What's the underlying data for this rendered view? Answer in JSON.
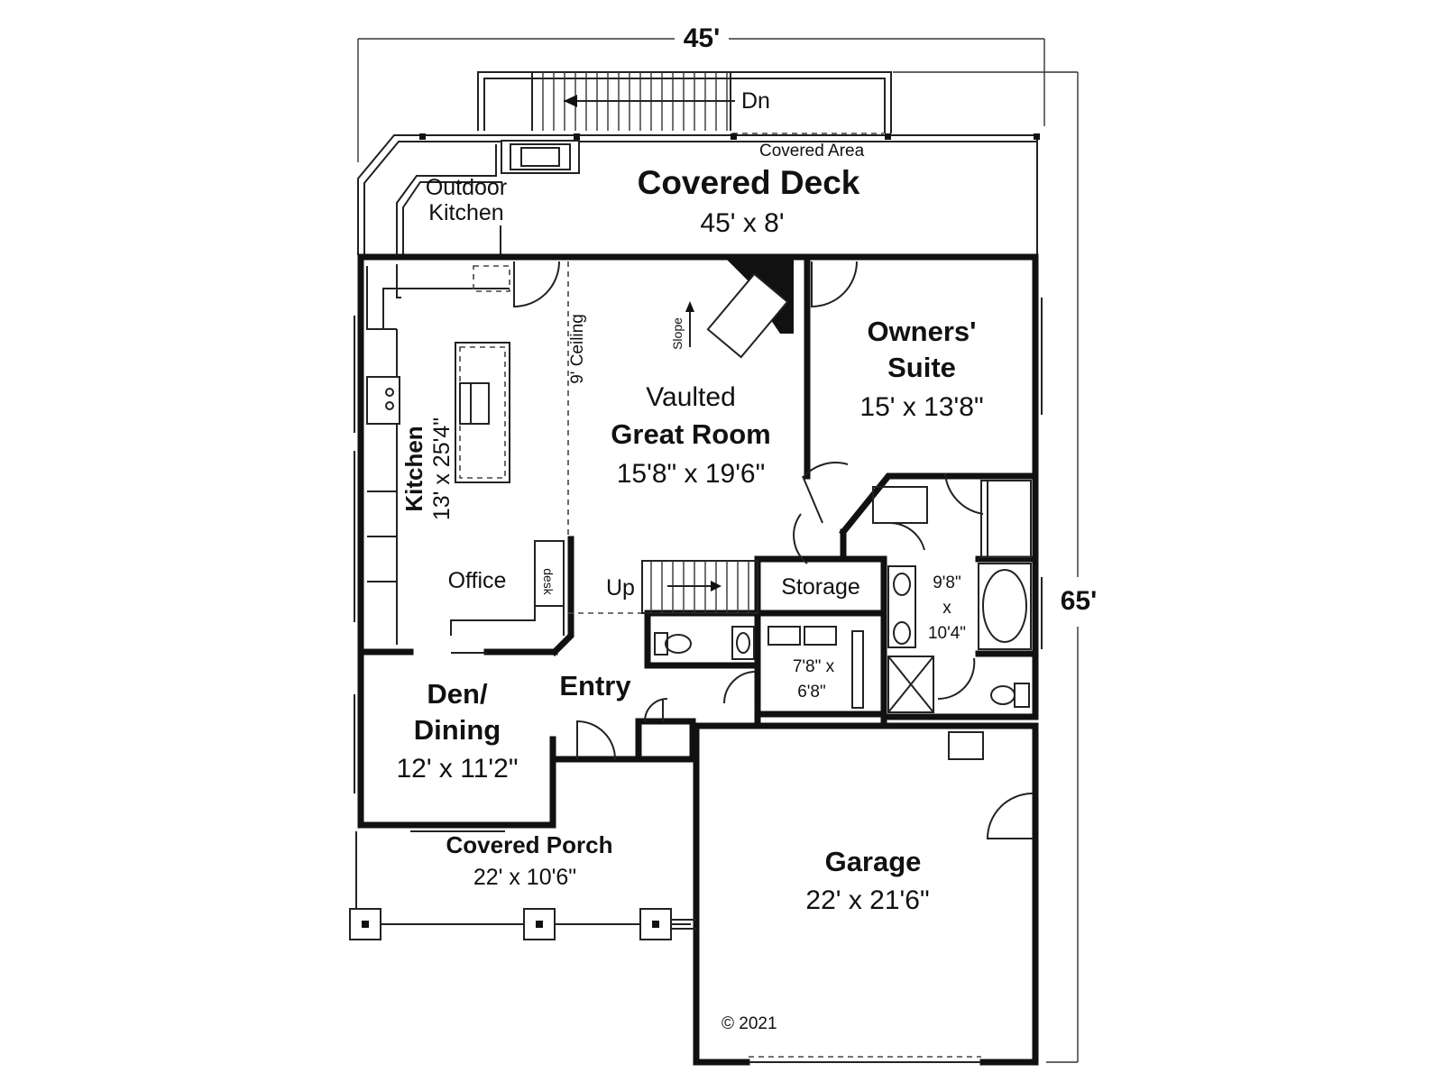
{
  "dimensions": {
    "width": "45'",
    "depth": "65'"
  },
  "rooms": {
    "covered_deck": {
      "name": "Covered Deck",
      "size": "45' x 8'"
    },
    "covered_area": "Covered Area",
    "stairs_down": "Dn",
    "outdoor_kitchen": {
      "line1": "Outdoor",
      "line2": "Kitchen"
    },
    "kitchen": {
      "name": "Kitchen",
      "size": "13' x 25'4\""
    },
    "ceiling_note": "9' Ceiling",
    "slope": "Slope",
    "great_room": {
      "line1": "Vaulted",
      "line2": "Great Room",
      "size": "15'8\" x 19'6\""
    },
    "owners_suite": {
      "line1": "Owners'",
      "line2": "Suite",
      "size": "15' x 13'8\""
    },
    "office": "Office",
    "desk": "desk",
    "stairs_up": "Up",
    "storage": "Storage",
    "master_bath": {
      "line1": "9'8\"",
      "line2": "x",
      "line3": "10'4\""
    },
    "laundry": {
      "line1": "7'8\" x",
      "line2": "6'8\""
    },
    "den_dining": {
      "line1": "Den/",
      "line2": "Dining",
      "size": "12' x 11'2\""
    },
    "entry": "Entry",
    "covered_porch": {
      "name": "Covered Porch",
      "size": "22' x 10'6\""
    },
    "garage": {
      "name": "Garage",
      "size": "22' x 21'6\""
    }
  },
  "copyright": "© 2021"
}
